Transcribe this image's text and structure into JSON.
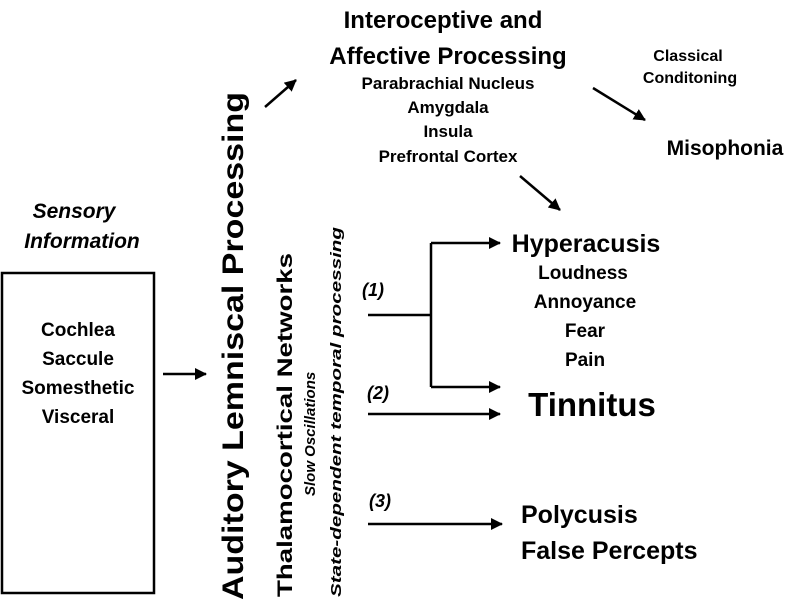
{
  "sensory": {
    "title_line1": "Sensory",
    "title_line2": "Information",
    "items": [
      "Cochlea",
      "Saccule",
      "Somesthetic",
      "Visceral"
    ]
  },
  "auditory": {
    "lemniscal": "Auditory Lemniscal Processing",
    "thalamocortical": "Thalamocortical Networks",
    "slow_oscillations": "Slow Oscillations",
    "state_dependent": "State-dependent temporal processing"
  },
  "interoceptive": {
    "title_line1": "Interoceptive and",
    "title_line2": "Affective Processing",
    "items": [
      "Parabrachial Nucleus",
      "Amygdala",
      "Insula",
      "Prefrontal Cortex"
    ]
  },
  "classical": {
    "line1": "Classical",
    "line2": "Conditoning"
  },
  "misophonia": "Misophonia",
  "hyperacusis": {
    "title": "Hyperacusis",
    "items": [
      "Loudness",
      "Annoyance",
      "Fear",
      "Pain"
    ]
  },
  "tinnitus": "Tinnitus",
  "polycusis": {
    "line1": "Polycusis",
    "line2": "False Percepts"
  },
  "pathways": [
    "(1)",
    "(2)",
    "(3)"
  ]
}
